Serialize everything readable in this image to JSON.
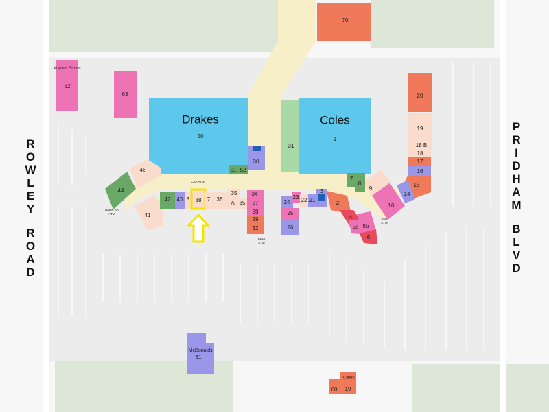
{
  "roads": {
    "left": {
      "word1": "ROWLEY",
      "word2": "ROAD"
    },
    "right": {
      "word1": "PRIDHAM",
      "word2": "BLVD"
    }
  },
  "anchors": {
    "drakes": {
      "name": "Drakes",
      "unit": "50"
    },
    "coles": {
      "name": "Coles",
      "unit": "1"
    }
  },
  "units": {
    "u70": "70",
    "u62_name": "Anytime Fitness",
    "u62": "62",
    "u63": "63",
    "u31": "31",
    "u30": "30",
    "u51": "51",
    "u52": "52",
    "u20": "20",
    "u19_right": "19",
    "u18b": "18 B",
    "u18": "18",
    "u17": "17",
    "u16": "16",
    "u15": "15",
    "u14": "14",
    "u10": "10",
    "u9": "9",
    "u8": "8",
    "u7_right": "7",
    "u46": "46",
    "u44": "44",
    "u41": "41",
    "u42": "42",
    "u40": "40",
    "u3_left": "3",
    "u38": "38",
    "u7_left": "7",
    "u36": "36",
    "u35_top": "35",
    "u_a": "A",
    "u35": "35",
    "u34": "34",
    "u27": "27",
    "u28": "28",
    "u29": "29",
    "u32": "32",
    "u24": "24",
    "u23": "23",
    "u22": "22",
    "u21": "21",
    "u3_right": "3",
    "u25": "25",
    "u26": "26",
    "u2": "2",
    "u4": "4",
    "u5a": "5a",
    "u5b": "5b",
    "u6": "6",
    "u61_name": "McDonalds",
    "u61": "61",
    "u60": "60",
    "u19_bottom": "19",
    "caltex": "Caltex"
  },
  "atms": {
    "cba": "CBA ATM",
    "banksa1": "BANK SA",
    "banksa2": "ATM",
    "redi1": "REDI",
    "redi2": "ATM",
    "anz1": "ANZ",
    "anz2": "ATM"
  },
  "highlight": {
    "unit": "38",
    "color": "#f2e600"
  },
  "colors": {
    "anchor_blue": "#5ec8ec",
    "mall_cream": "#f6efc8",
    "parking_grey": "#eeeeee",
    "grass_green": "#dce7d8",
    "shop_peach": "#f9dccb",
    "shop_orange": "#f0795a",
    "shop_pink": "#ee73b5",
    "shop_purple": "#9a96e8",
    "shop_green": "#69a866",
    "shop_red": "#e8495b"
  }
}
